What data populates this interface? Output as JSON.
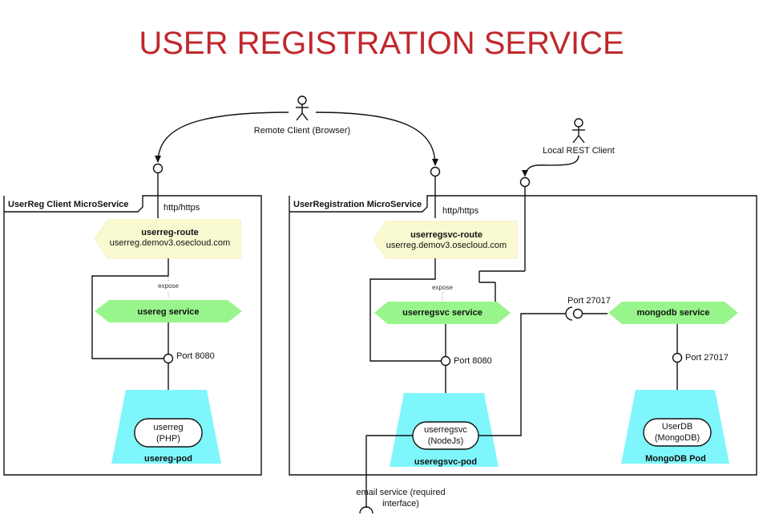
{
  "title": "USER REGISTRATION SERVICE",
  "actors": {
    "remote": "Remote Client (Browser)",
    "local": "Local REST Client"
  },
  "left": {
    "frame_title": "UserReg Client MicroService",
    "http_label": "http/https",
    "route_name": "userreg-route",
    "route_host": "userreg.demov3.osecloud.com",
    "expose": "expose",
    "service": "usereg service",
    "port": "Port 8080",
    "container_line1": "userreg",
    "container_line2": "(PHP)",
    "pod": "usereg-pod"
  },
  "right": {
    "frame_title": "UserRegistration MicroService",
    "http_label": "http/https",
    "route_name": "userregsvc-route",
    "route_host": "userreg.demov3.osecloud.com",
    "expose": "expose",
    "service": "userregsvc service",
    "port": "Port 8080",
    "container_line1": "userregsvc",
    "container_line2": "(NodeJs)",
    "pod": "useregsvc-pod",
    "mongo_port_top": "Port 27017",
    "mongo_service": "mongodb service",
    "mongo_port": "Port 27017",
    "db_line1": "UserDB",
    "db_line2": "(MongoDB)",
    "db_pod": "MongoDB Pod"
  },
  "email": {
    "line1": "email service (required",
    "line2": "interface)"
  },
  "colors": {
    "title": "#c0282d",
    "route_fill": "#fafad2",
    "service_fill": "#98f58c",
    "pod_fill": "#7ff6fb"
  }
}
